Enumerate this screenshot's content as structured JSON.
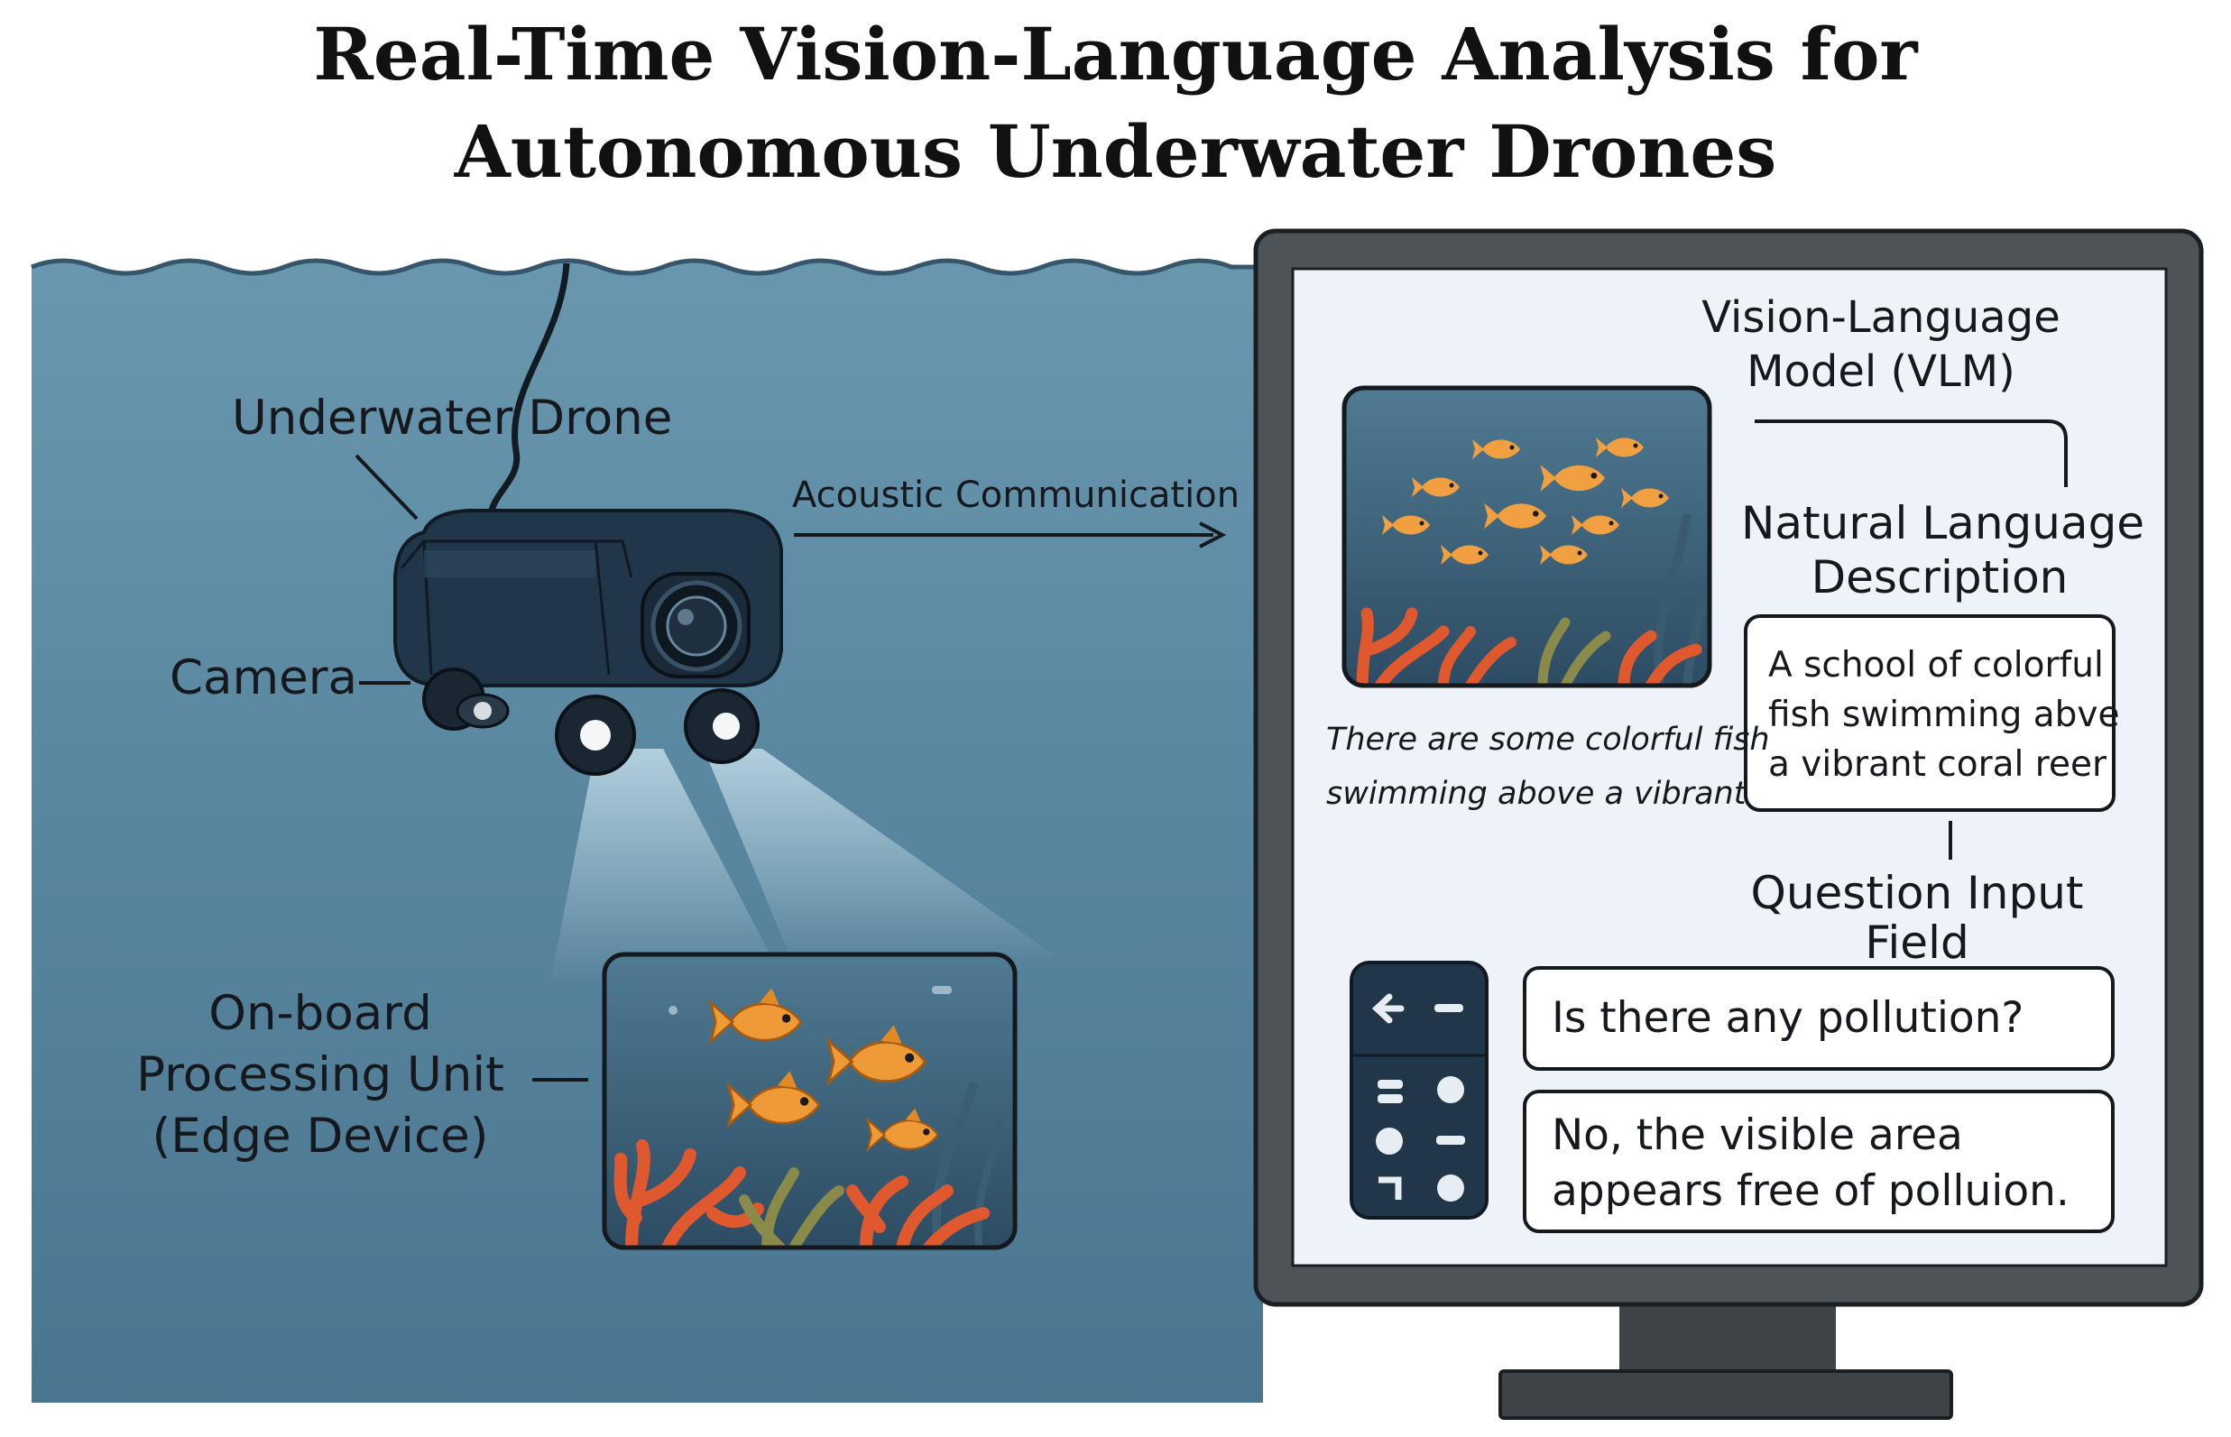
{
  "title": {
    "line1": "Real-Time Vision-Language Analysis for",
    "line2": "Autonomous Underwater Drones"
  },
  "labels": {
    "drone": "Underwater Drone",
    "camera": "Camera",
    "processing_unit": [
      "On-board",
      "Processing Unit",
      "(Edge Device)"
    ],
    "acoustic": "Acoustic Communication"
  },
  "monitor": {
    "vlm_title": [
      "Vision-Language",
      "Model (VLM)"
    ],
    "caption": [
      "There are some colorful fish",
      "swimming above a vibrant"
    ],
    "nl_title": [
      "Natural Language",
      "Description"
    ],
    "nl_text": [
      "A school of colorful",
      "fish swimming abve",
      "a vibrant coral reer"
    ],
    "question_title": [
      "Question Input",
      "Field"
    ],
    "question": "Is there any pollution?",
    "answer": [
      "No, the visible area",
      "appears free of polluion."
    ]
  },
  "icons": [
    "underwater-drone-icon",
    "camera-icon",
    "fish-icon",
    "coral-icon",
    "arrow-left-icon",
    "remote-control-icon",
    "monitor-icon"
  ],
  "colors": {
    "water_top": "#5f8ea6",
    "water_bottom": "#4b7590",
    "fish": "#ee9a36",
    "coral": "#e0582e",
    "drone": "#22364a",
    "screen": "#eef3fa",
    "bezel": "#4e5358"
  }
}
